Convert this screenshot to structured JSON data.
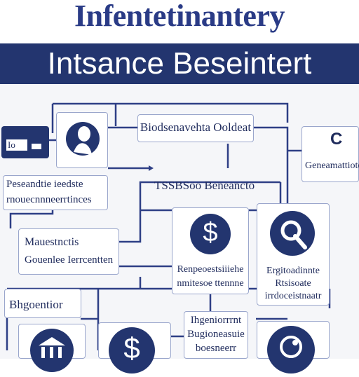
{
  "header": {
    "title": "Infentetinantery",
    "banner": "Intsance Beseintert"
  },
  "nodes": {
    "card_label": "Io",
    "top_center": "Biodsenavehta Ooldeat",
    "top_right_title": "C",
    "top_right_sub": "Geneamattiote",
    "middle_center": "TSSBSoo Beneancto",
    "left_block_line1": "Peseandtie ieedste",
    "left_block_line2": "rnouecnnneerrtinces",
    "mid_left_line1": "Mauestnctis",
    "mid_left_line2": "Gouenlee Ierrcentten",
    "dollar_node_line1": "Renpeoestsiiiehe",
    "dollar_node_line2": "nmitesoe ttennne",
    "right_node_line1": "Ergitoadinnte",
    "right_node_line2": "Rtsisoate",
    "right_node_line3": "irrdoceistnaatr",
    "bottom_left": "Bhgoentior",
    "bottom_mid_line1": "Ihgeniorrrnt",
    "bottom_mid_line2": "Bugioneasuie",
    "bottom_mid_line3": "boesneerr"
  },
  "colors": {
    "navy": "#23356f",
    "line": "#2e3f86",
    "box_border": "#9aa6cc"
  },
  "icons": [
    "person-silhouette-icon",
    "dollar-icon",
    "wrench-icon",
    "bank-icon",
    "globe-icon",
    "id-card-icon"
  ]
}
